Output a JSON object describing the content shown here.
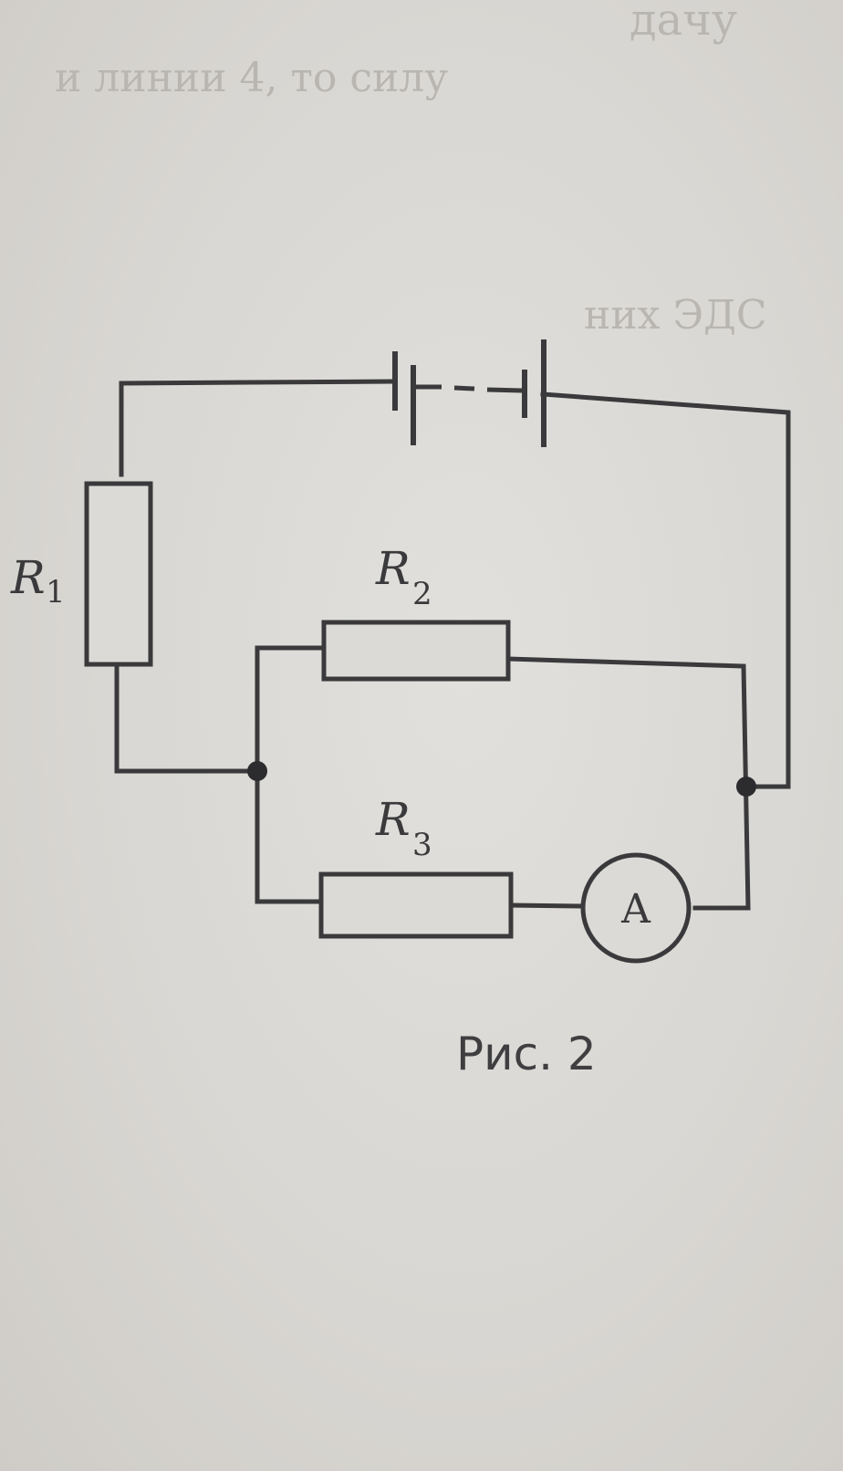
{
  "bleed_text": {
    "top_line": "дачу",
    "second_line": "и линии 4, то силу",
    "third_line": "них ЭДС"
  },
  "labels": {
    "r1": {
      "main": "R",
      "sub": "1"
    },
    "r2": {
      "main": "R",
      "sub": "2"
    },
    "r3": {
      "main": "R",
      "sub": "3"
    },
    "ammeter": "A"
  },
  "caption": "Рис. 2",
  "colors": {
    "ink": "#3a3a3c",
    "paper": "#dcdad6"
  }
}
